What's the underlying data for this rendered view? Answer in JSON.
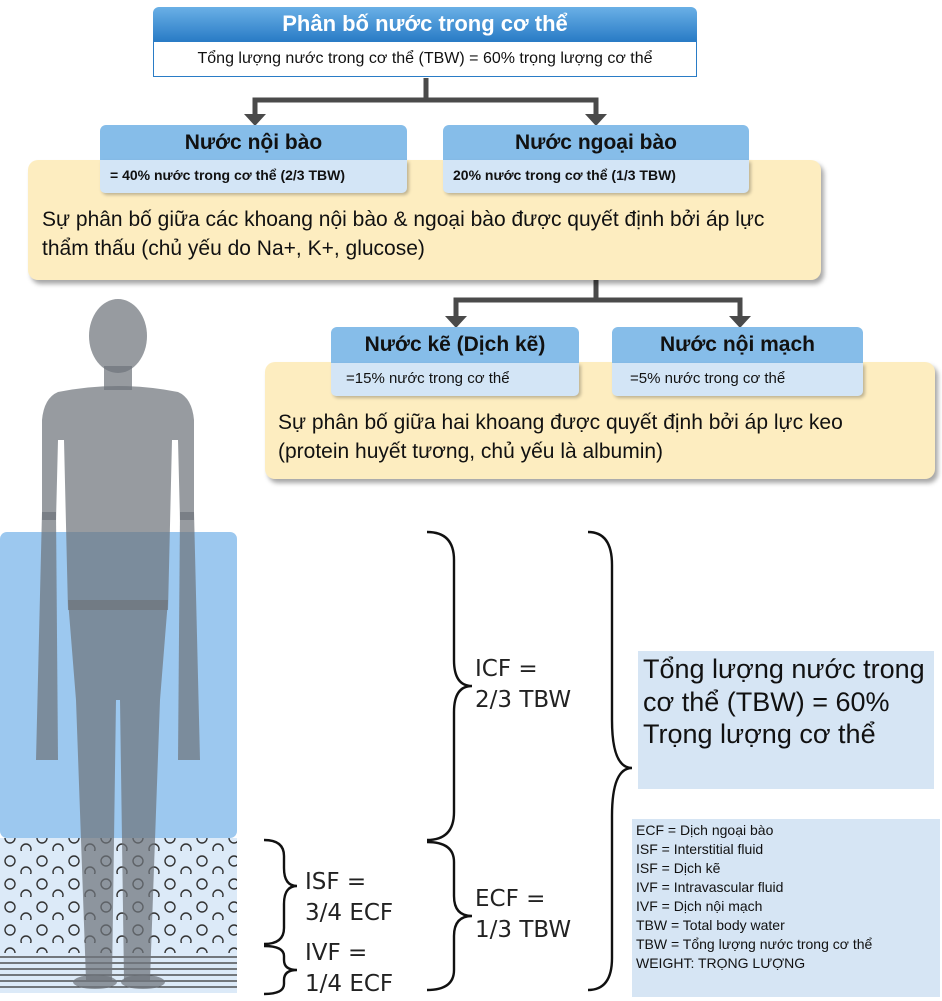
{
  "title": "Phân bố nước trong cơ thể",
  "subtitle": "Tổng lượng nước trong cơ thể (TBW) = 60% trọng lượng cơ thể",
  "icf_box": {
    "title": "Nước nội bào",
    "detail": "= 40% nước trong cơ thể (2/3 TBW)"
  },
  "ecf_box": {
    "title": "Nước ngoại bào",
    "detail": "20% nước trong cơ thể (1/3 TBW)"
  },
  "osmotic_note": "Sự phân bố giữa các khoang nội bào & ngoại bào được quyết định bởi áp lực thẩm thấu (chủ yếu do Na+, K+, glucose)",
  "isf_box": {
    "title": "Nước kẽ (Dịch kẽ)",
    "detail": "=15% nước trong cơ thể"
  },
  "ivf_box": {
    "title": "Nước nội mạch",
    "detail": "=5% nước trong cơ thể"
  },
  "oncotic_note": "Sự phân bố giữa hai khoang được quyết định bởi áp lực keo (protein huyết tương, chủ yếu là albumin)",
  "labels": {
    "icf": [
      "ICF =",
      "2/3 TBW"
    ],
    "ecf": [
      "ECF =",
      "1/3 TBW"
    ],
    "isf": [
      "ISF =",
      "3/4 ECF"
    ],
    "ivf": [
      "IVF =",
      "1/4 ECF"
    ]
  },
  "tbw_summary": "Tổng lượng nước trong cơ thể (TBW) = 60% Trọng lượng cơ thể",
  "legend": [
    "ECF = Dịch ngoại bào",
    "ISF = Interstitial fluid",
    "ISF = Dịch kẽ",
    "IVF = Intravascular fluid",
    "IVF = Dịch nội mạch",
    "TBW = Total body water",
    "TBW = Tổng lượng nước trong cơ thể",
    "WEIGHT: TRỌNG LƯỢNG"
  ],
  "colors": {
    "header_blue": "#2a7cc6",
    "light_blue": "#86bde9",
    "pale_blue": "#d3e5f6",
    "note_yellow": "#fdedc0",
    "connector_gray": "#4a4a4a",
    "figure_gray": "#8f9498"
  }
}
